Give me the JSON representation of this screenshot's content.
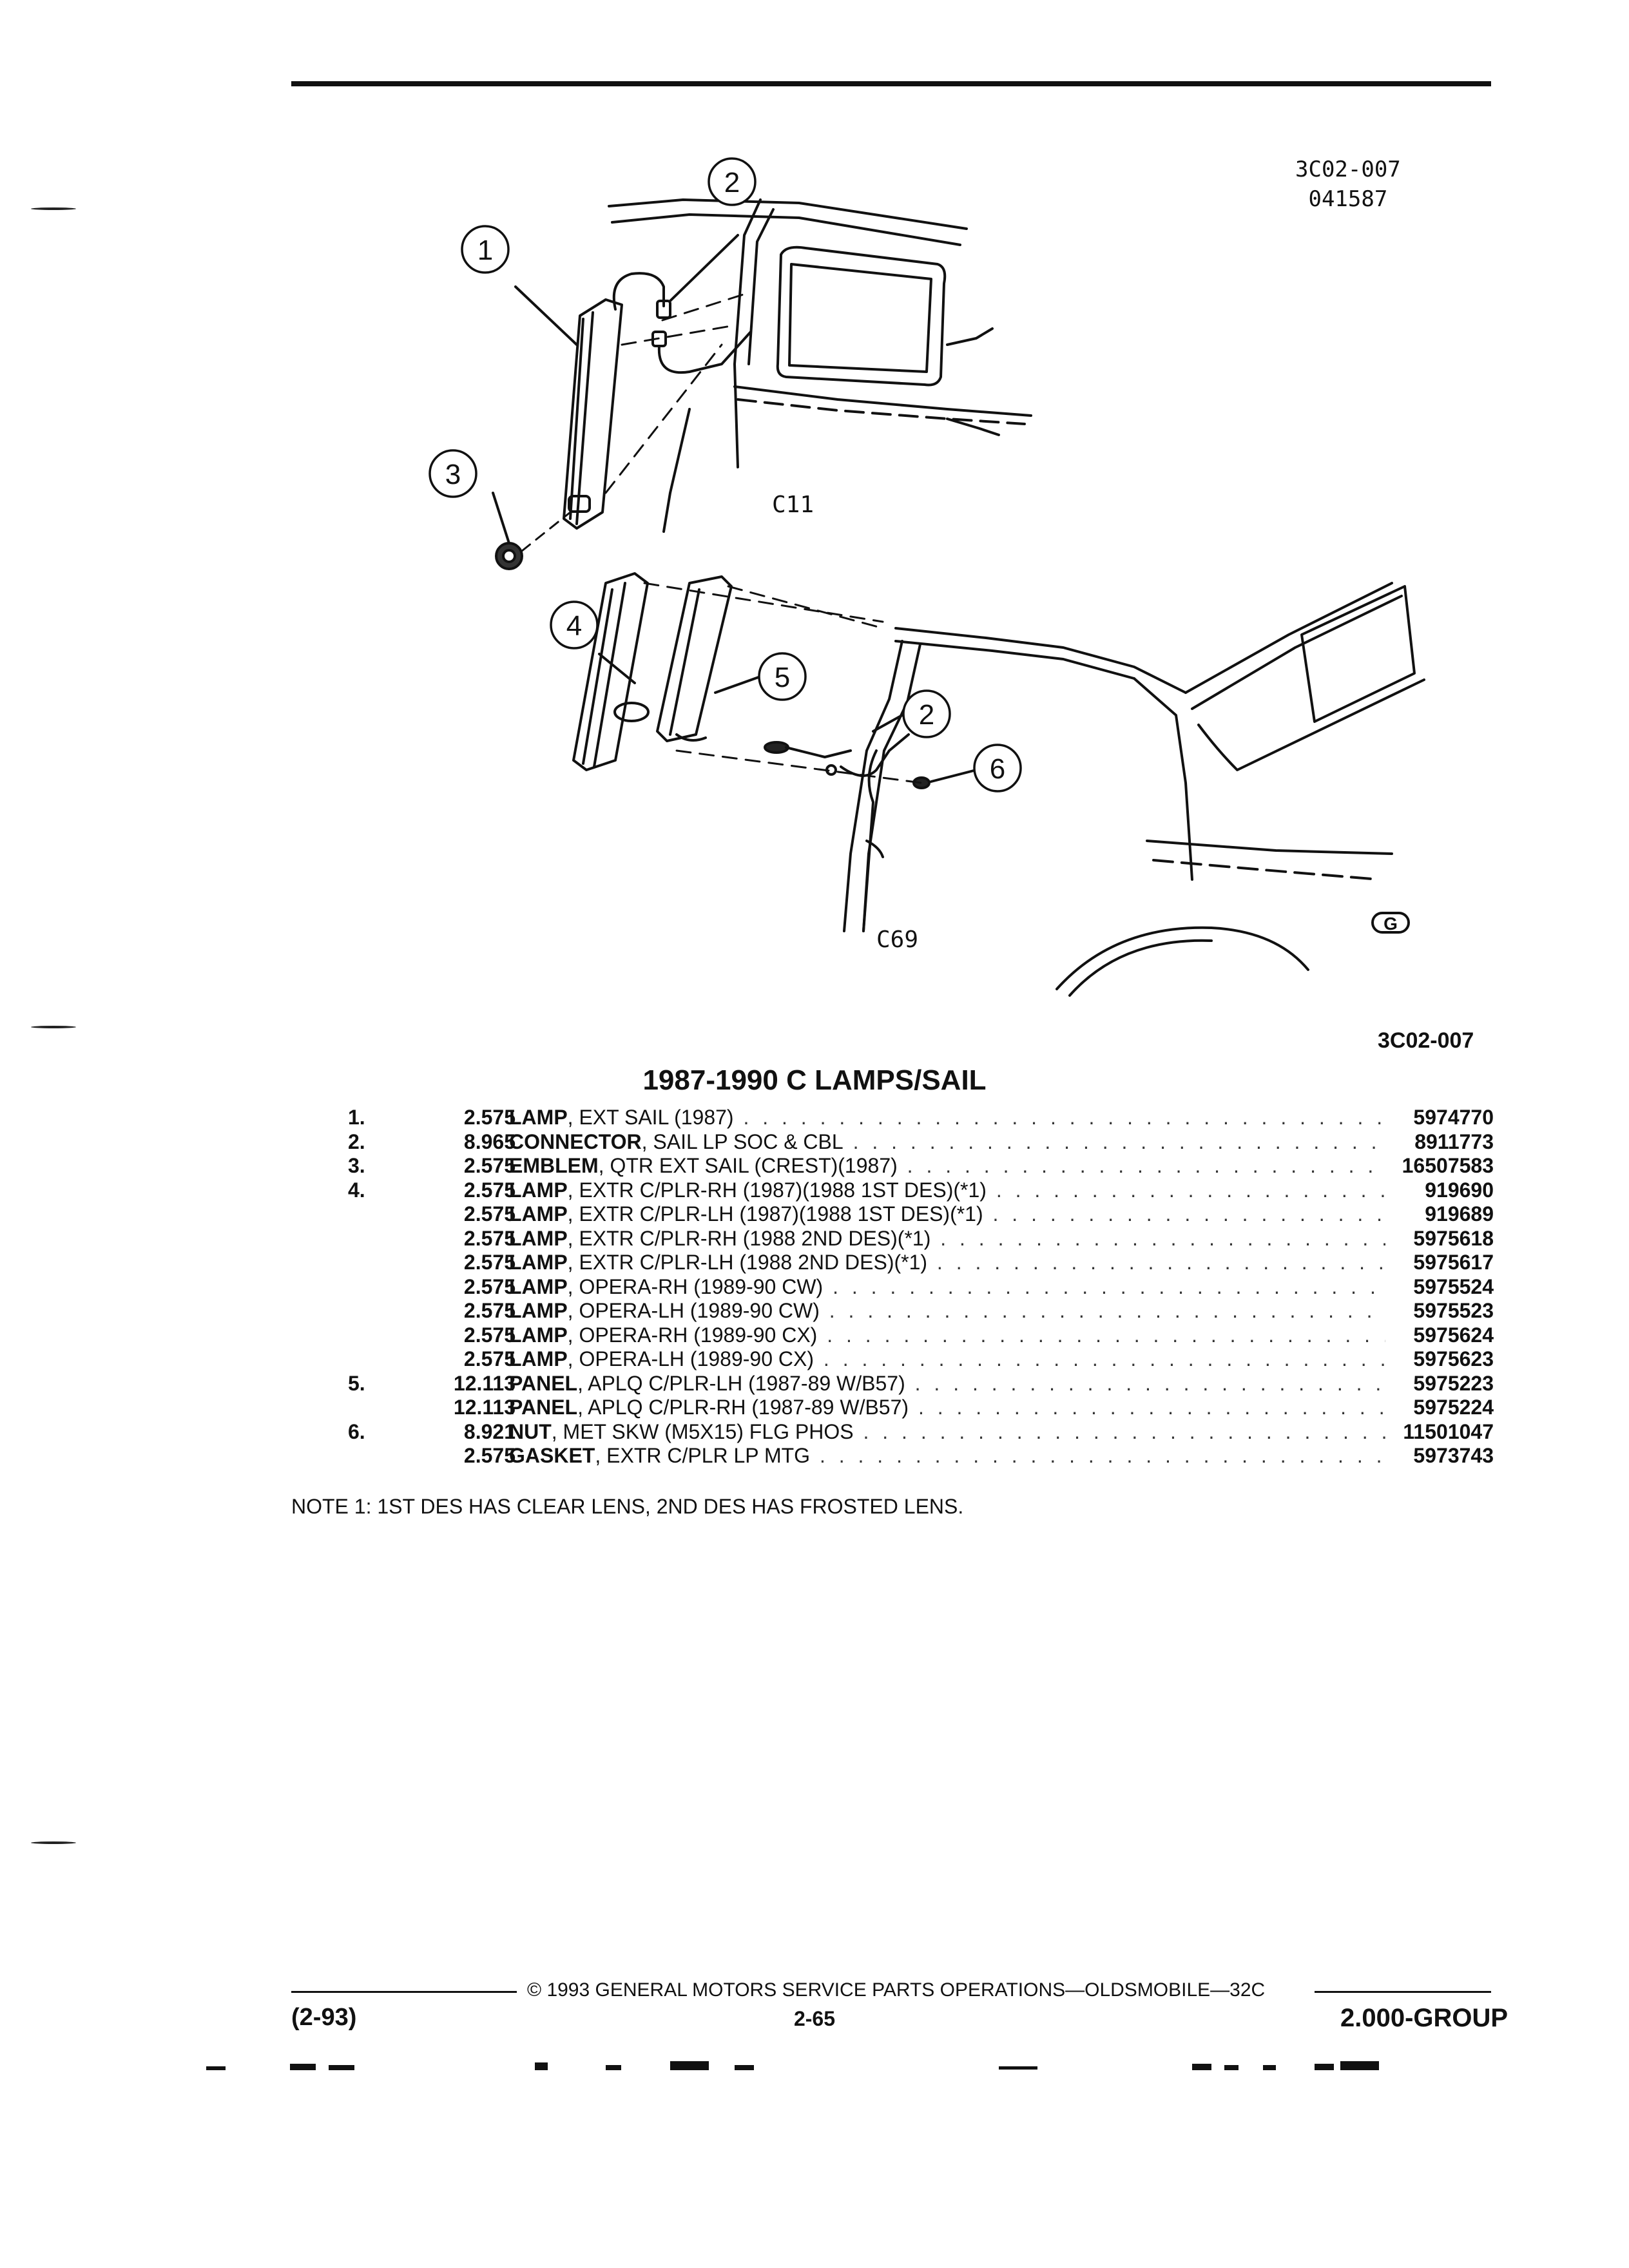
{
  "figure_ref_top": [
    "3C02-007",
    "041587"
  ],
  "callouts": [
    "1",
    "2",
    "3",
    "4",
    "5",
    "2",
    "6"
  ],
  "model_labels": [
    "C11",
    "C69"
  ],
  "g_logo": "G",
  "figure_ref_bottom": "3C02-007",
  "section_title": "1987-1990 C LAMPS/SAIL",
  "parts": [
    {
      "idx": "1.",
      "group": "2.575",
      "name": "LAMP",
      "desc": ", EXT SAIL (1987)",
      "part": "5974770"
    },
    {
      "idx": "2.",
      "group": "8.965",
      "name": "CONNECTOR",
      "desc": ", SAIL LP SOC & CBL",
      "part": "8911773"
    },
    {
      "idx": "3.",
      "group": "2.575",
      "name": "EMBLEM",
      "desc": ", QTR EXT SAIL (CREST)(1987)",
      "part": "16507583"
    },
    {
      "idx": "4.",
      "group": "2.575",
      "name": "LAMP",
      "desc": ", EXTR C/PLR-RH (1987)(1988 1ST DES)(*1)",
      "part": "919690"
    },
    {
      "idx": "",
      "group": "2.575",
      "name": "LAMP",
      "desc": ", EXTR C/PLR-LH (1987)(1988 1ST DES)(*1)",
      "part": "919689"
    },
    {
      "idx": "",
      "group": "2.575",
      "name": "LAMP",
      "desc": ", EXTR C/PLR-RH (1988 2ND DES)(*1)",
      "part": "5975618"
    },
    {
      "idx": "",
      "group": "2.575",
      "name": "LAMP",
      "desc": ", EXTR C/PLR-LH (1988 2ND DES)(*1)",
      "part": "5975617"
    },
    {
      "idx": "",
      "group": "2.575",
      "name": "LAMP",
      "desc": ", OPERA-RH (1989-90 CW)",
      "part": "5975524"
    },
    {
      "idx": "",
      "group": "2.575",
      "name": "LAMP",
      "desc": ", OPERA-LH (1989-90 CW)",
      "part": "5975523"
    },
    {
      "idx": "",
      "group": "2.575",
      "name": "LAMP",
      "desc": ", OPERA-RH (1989-90 CX)",
      "part": "5975624"
    },
    {
      "idx": "",
      "group": "2.575",
      "name": "LAMP",
      "desc": ", OPERA-LH (1989-90 CX)",
      "part": "5975623"
    },
    {
      "idx": "5.",
      "group": "12.113",
      "name": "PANEL",
      "desc": ", APLQ C/PLR-LH (1987-89 W/B57)",
      "part": "5975223"
    },
    {
      "idx": "",
      "group": "12.113",
      "name": "PANEL",
      "desc": ", APLQ C/PLR-RH (1987-89 W/B57)",
      "part": "5975224"
    },
    {
      "idx": "6.",
      "group": "8.921",
      "name": "NUT",
      "desc": ", MET SKW (M5X15) FLG PHOS",
      "part": "11501047"
    },
    {
      "idx": "",
      "group": "2.575",
      "name": "GASKET",
      "desc": ", EXTR C/PLR LP MTG",
      "part": "5973743"
    }
  ],
  "note": "NOTE  1:  1ST DES HAS CLEAR LENS, 2ND DES HAS FROSTED LENS.",
  "footer": {
    "copyright": "© 1993  GENERAL MOTORS SERVICE PARTS OPERATIONS—OLDSMOBILE—32C",
    "date": "(2-93)",
    "page": "2-65",
    "group": "2.000-GROUP"
  }
}
